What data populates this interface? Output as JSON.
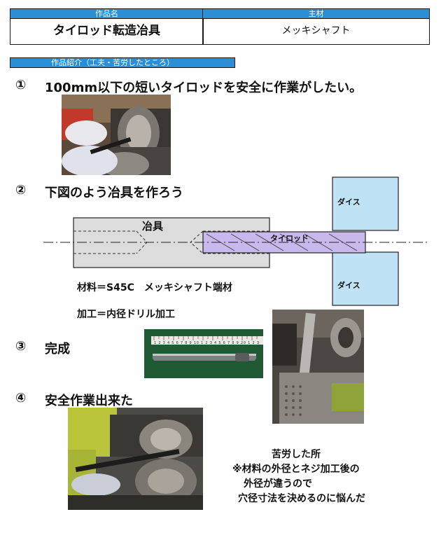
{
  "header": {
    "col1_label": "作品名",
    "col2_label": "主材",
    "title": "タイロッド転造冶具",
    "material": "メッキシャフト"
  },
  "section": {
    "label": "作品紹介（工夫・苦労したところ）"
  },
  "steps": [
    {
      "num": "①",
      "text": "100mm以下の短いタイロッドを安全に作業がしたい。"
    },
    {
      "num": "②",
      "text": "下図のよう冶具を作ろう"
    },
    {
      "num": "③",
      "text": "完成"
    },
    {
      "num": "④",
      "text": "安全作業出来た"
    }
  ],
  "diagram": {
    "jig_label": "冶具",
    "tierod_label": "タイロッド",
    "die_top_label": "ダイス",
    "die_bottom_label": "ダイス",
    "material_spec": "材料＝S45C　メッキシャフト端材",
    "process_spec": "加工＝内径ドリル加工"
  },
  "ruler": {
    "digits": "1 2 3 4 5 6 7 8 9 10 1 2 3 4 5 6 7 8 9 20 1 2 3"
  },
  "notes": {
    "line1": "苦労した所",
    "line2": "※材料の外径とネジ加工後の",
    "line3": "外径が違うので",
    "line4": "穴径寸法を決めるのに悩んだ"
  }
}
